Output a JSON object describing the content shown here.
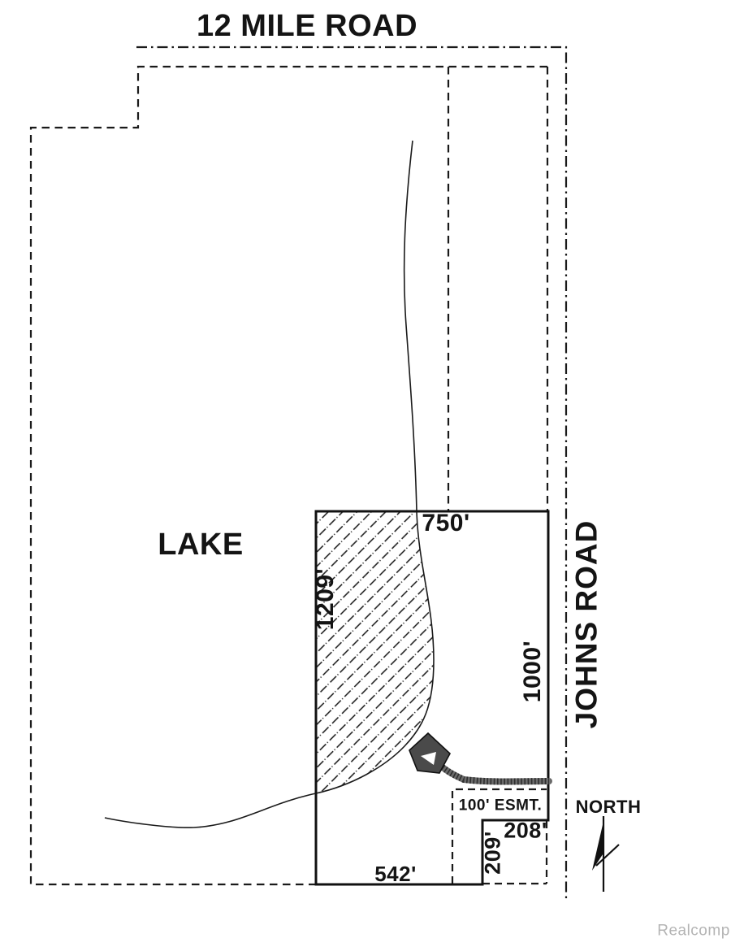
{
  "map": {
    "roads": {
      "top": "12 MILE ROAD",
      "right": "JOHNS ROAD"
    },
    "lake_label": "LAKE",
    "parcel_dimensions": {
      "north": "750'",
      "west": "1209'",
      "east": "1000'",
      "south": "542'",
      "notch_east": "208'",
      "notch_south": "209'"
    },
    "easement_label": "100' ESMT.",
    "compass_label": "NORTH",
    "watermark": "Realcomp",
    "colors": {
      "line": "#1a1a1a",
      "background": "#ffffff",
      "structure_fill": "#4a4a4a",
      "driveway": "#5e5e5e",
      "watermark_text": "#b4b4b4"
    }
  }
}
